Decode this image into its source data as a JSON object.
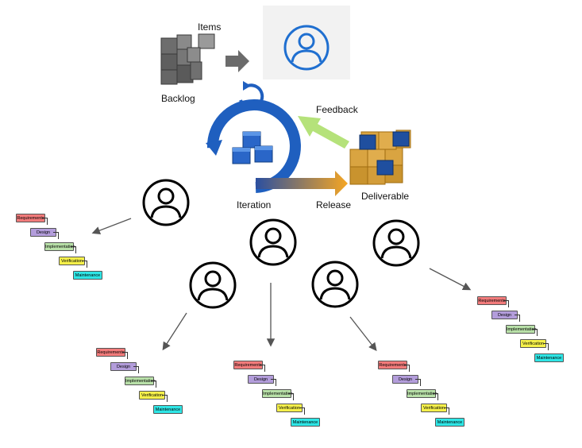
{
  "labels": {
    "items": "Items",
    "backlog": "Backlog",
    "feedback": "Feedback",
    "iteration": "Iteration",
    "release": "Release",
    "deliverable": "Deliverable"
  },
  "waterfall_steps": [
    "Requirements",
    "Design",
    "Implementation",
    "Verification",
    "Maintenance"
  ],
  "colors": {
    "requirements": "#f27b7b",
    "design": "#b39ddb",
    "implementation": "#b8e0a8",
    "verification": "#f5f04a",
    "maintenance": "#2ee6e6",
    "iteration_blue": "#1f5fbf",
    "feedback_green": "#b5e27a",
    "release_orange": "#f5a623",
    "arrow_gray": "#6b6b6b"
  }
}
